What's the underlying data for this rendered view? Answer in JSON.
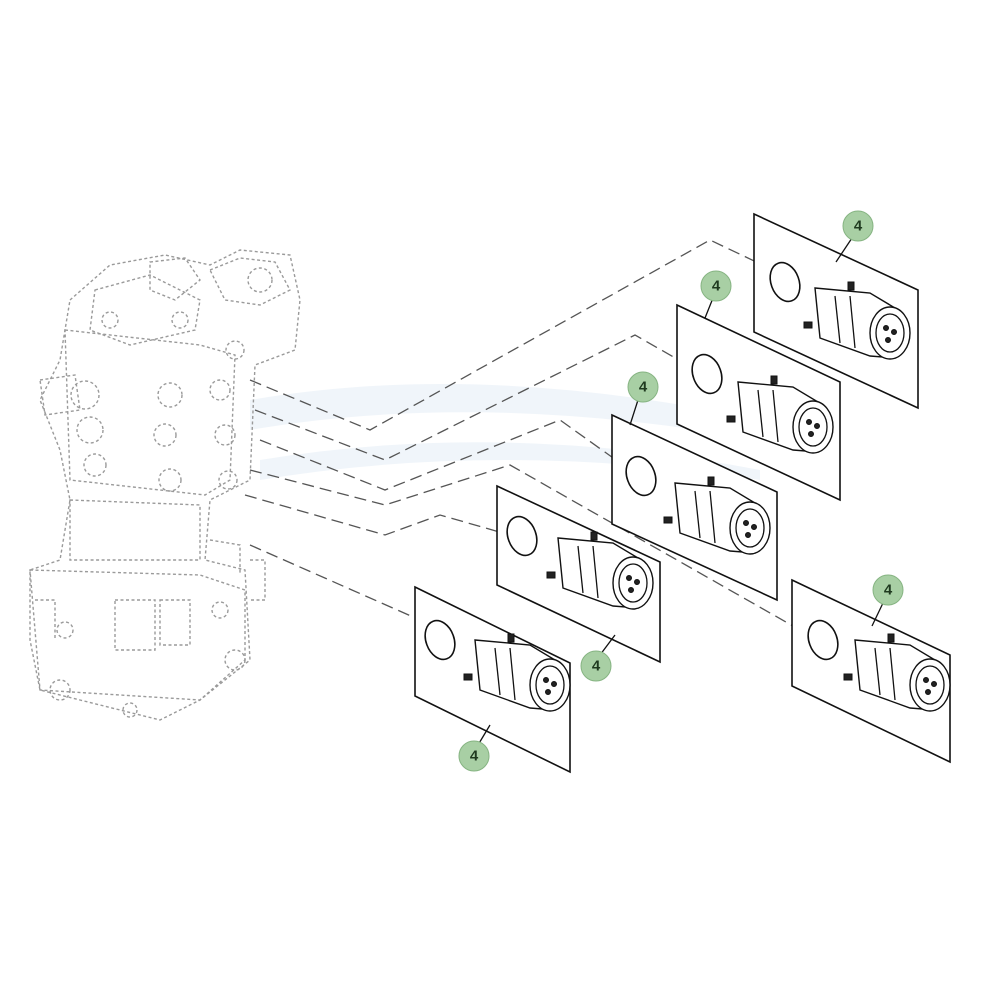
{
  "diagram": {
    "callouts": [
      {
        "id": "c1",
        "label": "4"
      },
      {
        "id": "c2",
        "label": "4"
      },
      {
        "id": "c3",
        "label": "4"
      },
      {
        "id": "c4",
        "label": "4"
      },
      {
        "id": "c5",
        "label": "4"
      },
      {
        "id": "c6",
        "label": "4"
      }
    ]
  }
}
